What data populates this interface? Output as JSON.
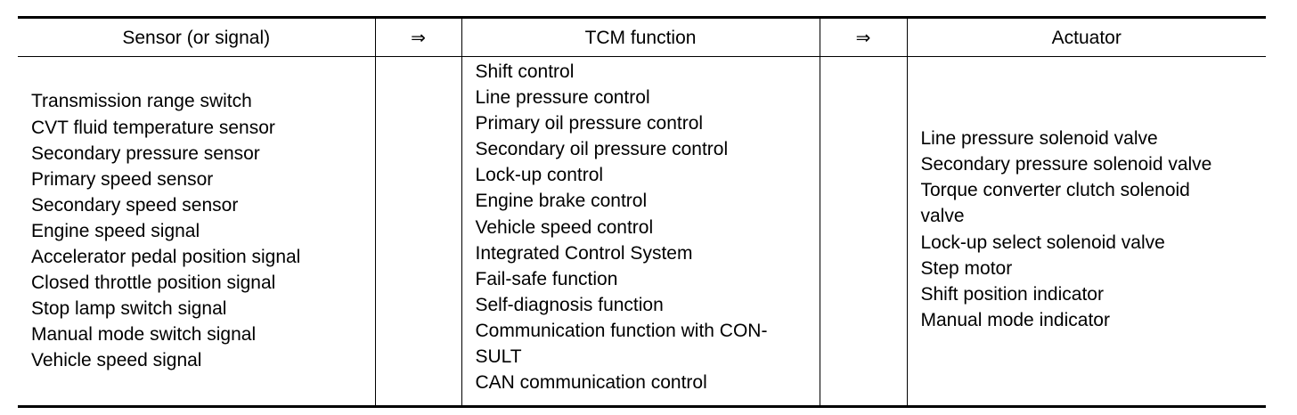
{
  "table": {
    "headers": {
      "sensor": "Sensor (or signal)",
      "arrow_1": "⇒",
      "tcm_function": "TCM function",
      "arrow_2": "⇒",
      "actuator": "Actuator"
    },
    "sensors": [
      "Transmission range switch",
      "CVT fluid temperature sensor",
      "Secondary pressure sensor",
      "Primary speed sensor",
      "Secondary speed sensor",
      "Engine speed signal",
      "Accelerator pedal position signal",
      "Closed throttle position signal",
      "Stop lamp switch signal",
      "Manual mode switch signal",
      "Vehicle speed signal"
    ],
    "tcm_functions": [
      "Shift control",
      "Line pressure control",
      "Primary oil pressure control",
      "Secondary oil pressure control",
      "Lock-up control",
      "Engine brake control",
      "Vehicle speed control",
      "Integrated Control System",
      "Fail-safe function",
      "Self-diagnosis function",
      "Communication function with CON-",
      "SULT",
      "CAN communication control"
    ],
    "actuators": [
      "Line pressure solenoid valve",
      "Secondary pressure solenoid valve",
      "Torque converter clutch solenoid",
      "valve",
      "Lock-up select solenoid valve",
      "Step motor",
      "Shift position indicator",
      "Manual mode indicator"
    ]
  }
}
